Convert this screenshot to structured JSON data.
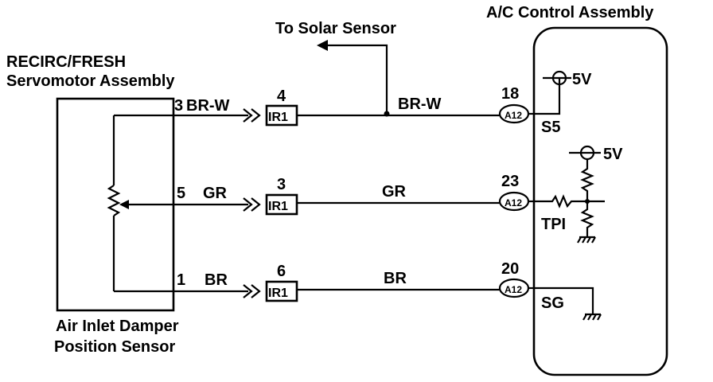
{
  "labels": {
    "to_solar_sensor": "To Solar Sensor",
    "ac_control_assembly": "A/C Control Assembly",
    "servo_line1": "RECIRC/FRESH",
    "servo_line2": "Servomotor Assembly",
    "sensor_line1": "Air Inlet Damper",
    "sensor_line2": "Position Sensor"
  },
  "rows": [
    {
      "pin_left": "3",
      "wire_left": "BR-W",
      "connector": "IR1",
      "connector_pin": "4",
      "wire_mid": "BR-W",
      "ecu_pin": "18",
      "ecu_connector": "A12",
      "terminal": "S5"
    },
    {
      "pin_left": "5",
      "wire_left": "GR",
      "connector": "IR1",
      "connector_pin": "3",
      "wire_mid": "GR",
      "ecu_pin": "23",
      "ecu_connector": "A12",
      "terminal": "TPI"
    },
    {
      "pin_left": "1",
      "wire_left": "BR",
      "connector": "IR1",
      "connector_pin": "6",
      "wire_mid": "BR",
      "ecu_pin": "20",
      "ecu_connector": "A12",
      "terminal": "SG"
    }
  ],
  "supply": {
    "top": "5V",
    "mid": "5V"
  }
}
